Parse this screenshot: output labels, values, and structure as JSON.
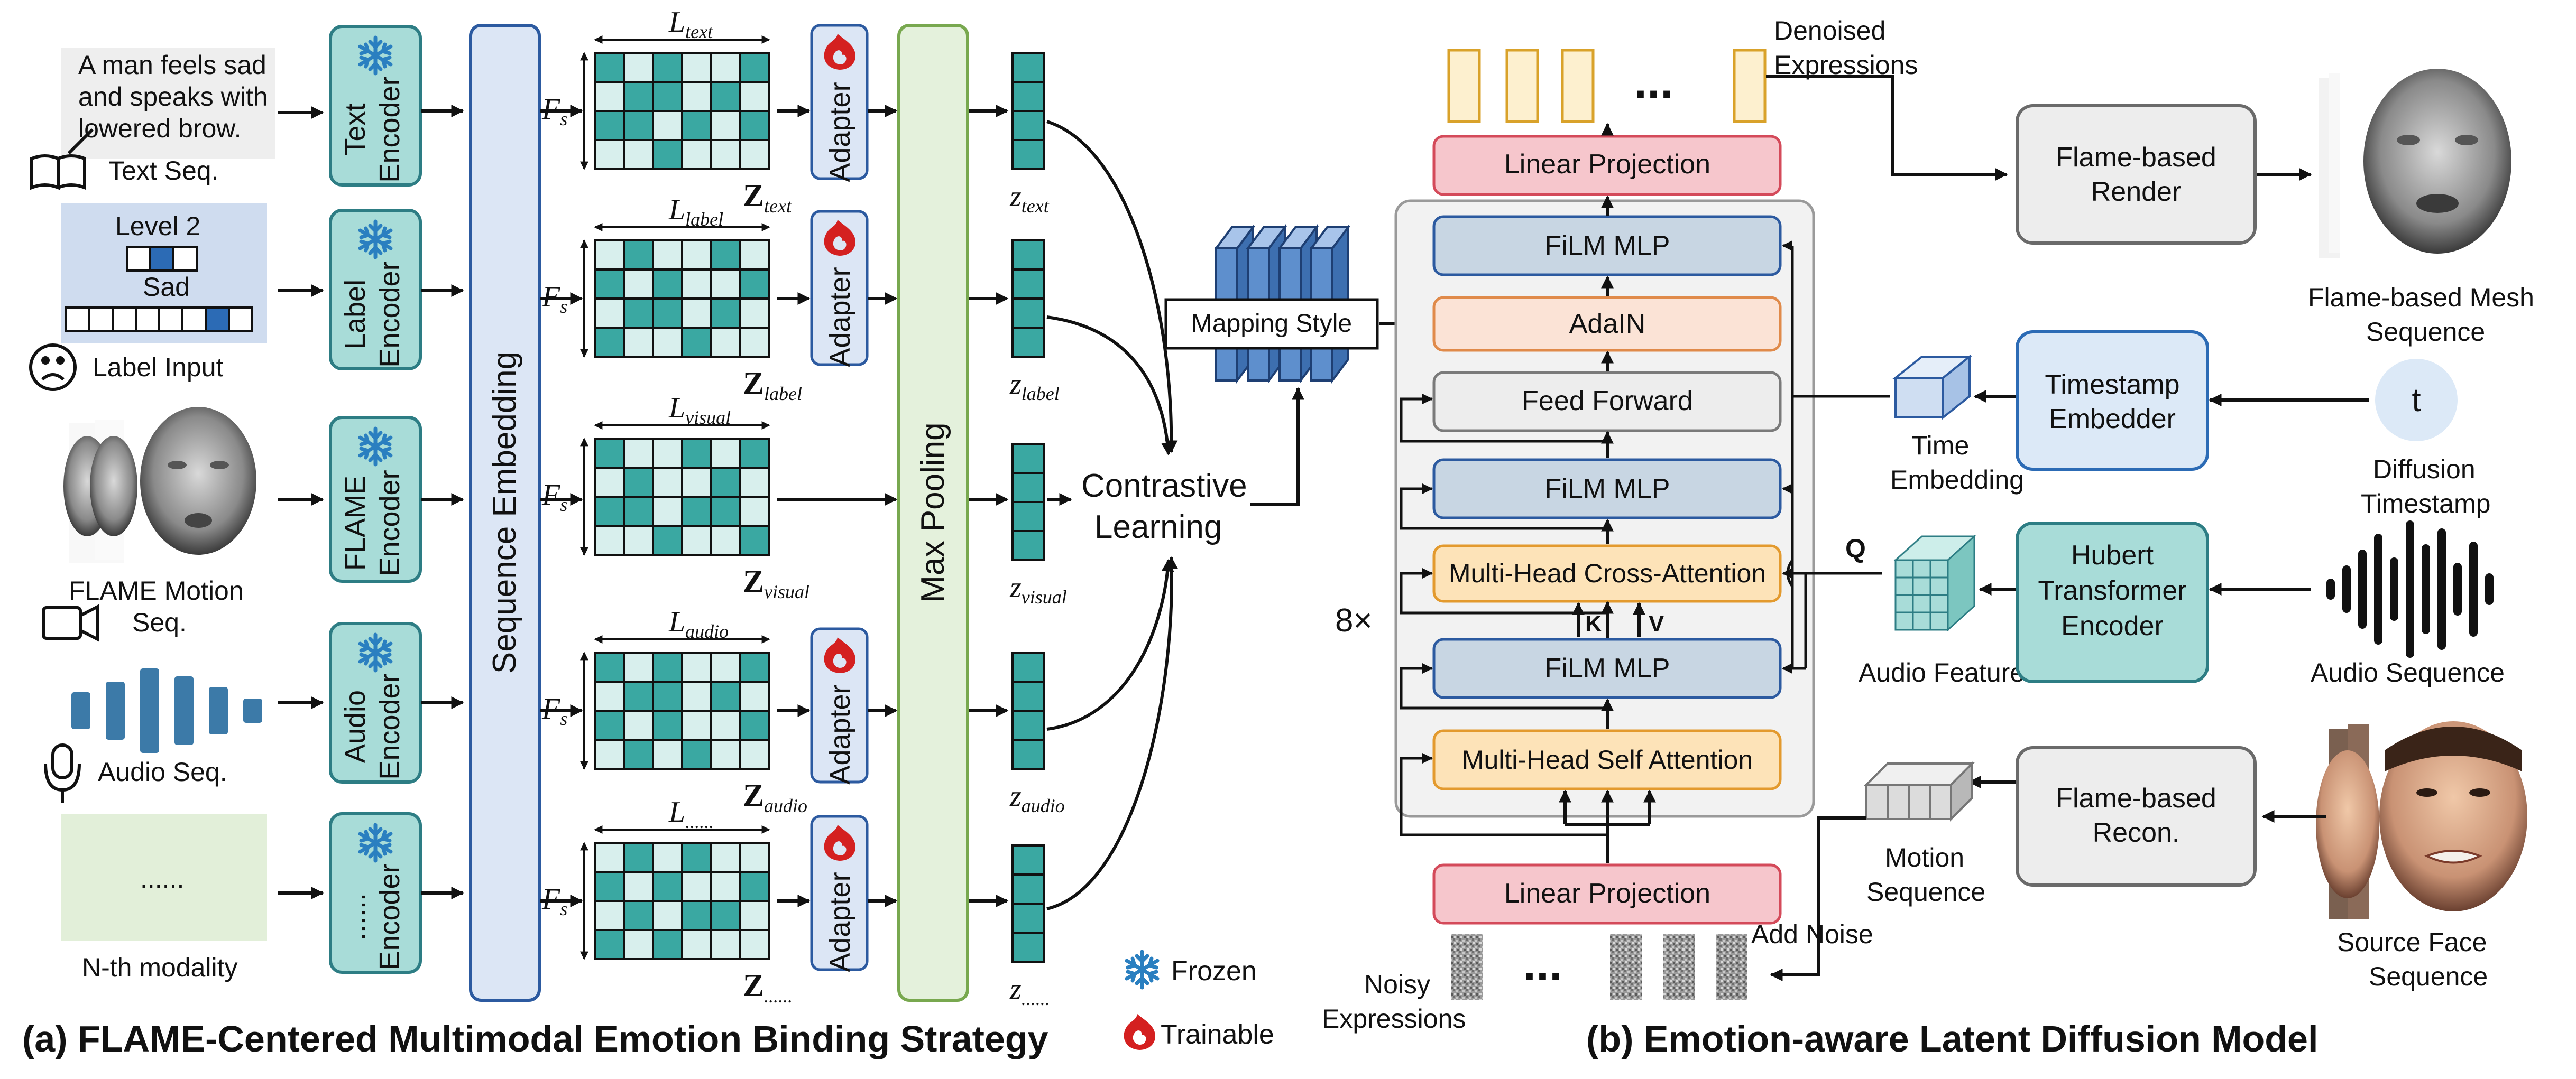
{
  "left": {
    "modalities": [
      {
        "input_text": [
          "A man feels sad",
          "and speaks with",
          "lowered brow."
        ],
        "input_label": "Text Seq.",
        "encoder": [
          "Text",
          "Encoder"
        ],
        "L": "L",
        "L_sub": "text",
        "Z_sub": "text",
        "z_sub": "text",
        "has_adapter": true
      },
      {
        "level": "Level 2",
        "emotion": "Sad",
        "input_label": "Label Input",
        "encoder": [
          "Label",
          "Encoder"
        ],
        "L": "L",
        "L_sub": "label",
        "Z_sub": "label",
        "z_sub": "label",
        "has_adapter": true
      },
      {
        "input_label": [
          "FLAME Motion",
          "Seq."
        ],
        "encoder": [
          "FLAME",
          "Encoder"
        ],
        "L": "L",
        "L_sub": "visual",
        "Z_sub": "visual",
        "z_sub": "visual",
        "has_adapter": false
      },
      {
        "input_label": "Audio Seq.",
        "encoder": [
          "Audio",
          "Encoder"
        ],
        "L": "L",
        "L_sub": "audio",
        "Z_sub": "audio",
        "z_sub": "audio",
        "has_adapter": true
      },
      {
        "placeholder": "......",
        "input_label": "N-th modality",
        "encoder": [
          "......",
          "Encoder"
        ],
        "L": "L",
        "L_sub": "......",
        "Z_sub": "......",
        "z_sub": "......",
        "has_adapter": true
      }
    ],
    "seq_embedding": "Sequence Embedding",
    "adapter": "Adapter",
    "max_pooling": "Max Pooling",
    "F_label": "F",
    "F_sub": "s",
    "Z": "Z",
    "z": "z",
    "contrastive": [
      "Contrastive",
      "Learning"
    ],
    "mapping_style": "Mapping Style",
    "legend": {
      "frozen": "Frozen",
      "trainable": "Trainable"
    },
    "caption": "(a) FLAME-Centered Multimodal Emotion Binding Strategy"
  },
  "right": {
    "denoised": [
      "Denoised",
      "Expressions"
    ],
    "ellipsis": "...",
    "linear_top": "Linear Projection",
    "film1": "FiLM MLP",
    "adain": "AdaIN",
    "ff": "Feed Forward",
    "film2": "FiLM MLP",
    "cross": "Multi-Head Cross-Attention",
    "film3": "FiLM MLP",
    "self": "Multi-Head Self Attention",
    "linear_bottom": "Linear Projection",
    "repeat": "8×",
    "K": "K",
    "V": "V",
    "Q": "Q",
    "render": [
      "Flame-based",
      "Render"
    ],
    "mesh_label": [
      "Flame-based Mesh",
      "Sequence"
    ],
    "time_embedder": [
      "Timestamp",
      "Embedder"
    ],
    "t": "t",
    "diff_ts": [
      "Diffusion",
      "Timestamp"
    ],
    "time_emb": [
      "Time",
      "Embedding"
    ],
    "hubert": [
      "Hubert",
      "Transformer",
      "Encoder"
    ],
    "audio_feature": "Audio Feature",
    "audio_seq": "Audio Sequence",
    "recon": [
      "Flame-based",
      "Recon."
    ],
    "source_face": [
      "Source Face",
      "Sequence"
    ],
    "motion_seq": [
      "Motion",
      "Sequence"
    ],
    "add_noise": "Add  Noise",
    "noisy": [
      "Noisy",
      "Expressions"
    ],
    "caption": "(b) Emotion-aware Latent Diffusion Model"
  },
  "colors": {
    "teal": "#3aa8a2",
    "teal_light": "#cde9e7",
    "encoder_fill": "#a8dcd8",
    "blue_pill": "#dce6f5",
    "pooling_fill": "#e4f1dc",
    "pooling_stroke": "#78a84f",
    "pink": "#f6c6cc",
    "orange_fill": "#fde3b8",
    "orange_stroke": "#e39a2e",
    "film_fill": "#c8d6e3",
    "gray_fill": "#ededed",
    "frozen_blue": "#2a7fc0",
    "trainable_red": "#d42020"
  }
}
